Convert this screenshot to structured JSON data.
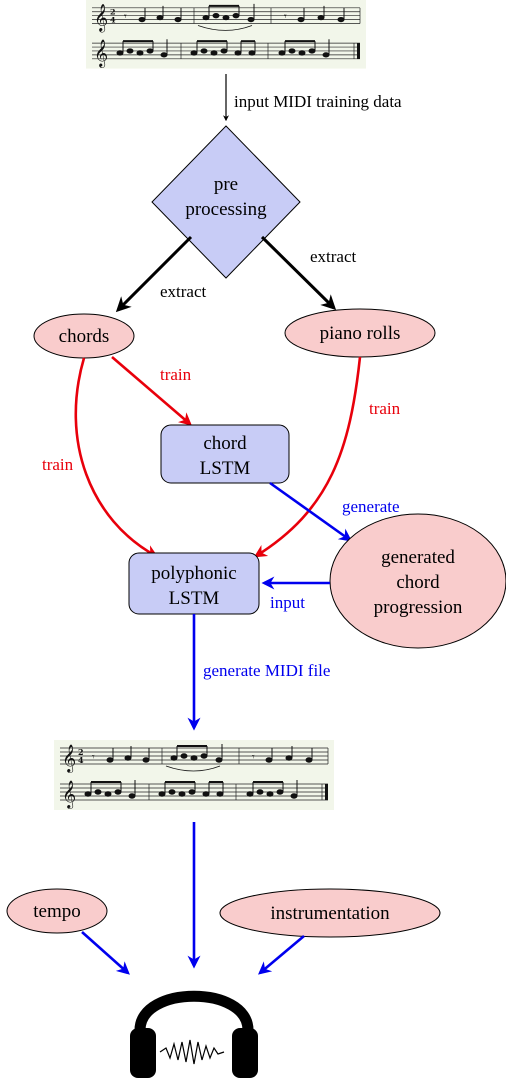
{
  "colors": {
    "black": "#000000",
    "red": "#e8000b",
    "blue": "#0000ee",
    "diamond_fill": "#c8ccf6",
    "ellipse_fill": "#f9cccc",
    "rect_fill": "#c8ccf6",
    "score_bg": "#f2f6ea"
  },
  "nodes": {
    "preprocessing": {
      "line1": "pre",
      "line2": "processing"
    },
    "chords": {
      "text": "chords"
    },
    "piano_rolls": {
      "text": "piano rolls"
    },
    "chord_lstm": {
      "line1": "chord",
      "line2": "LSTM"
    },
    "polyphonic_lstm": {
      "line1": "polyphonic",
      "line2": "LSTM"
    },
    "generated": {
      "line1": "generated",
      "line2": "chord",
      "line3": "progression"
    },
    "tempo": {
      "text": "tempo"
    },
    "instrumentation": {
      "text": "instrumentation"
    }
  },
  "edges": {
    "input_midi": "input MIDI training data",
    "extract_left": "extract",
    "extract_right": "extract",
    "train_chord": "train",
    "train_left": "train",
    "train_right": "train",
    "generate": "generate",
    "input": "input",
    "generate_midi": "generate MIDI file"
  },
  "icons": {
    "top_score": "sheet-music-icon",
    "bottom_score": "sheet-music-icon",
    "headphones": "headphones-icon"
  }
}
